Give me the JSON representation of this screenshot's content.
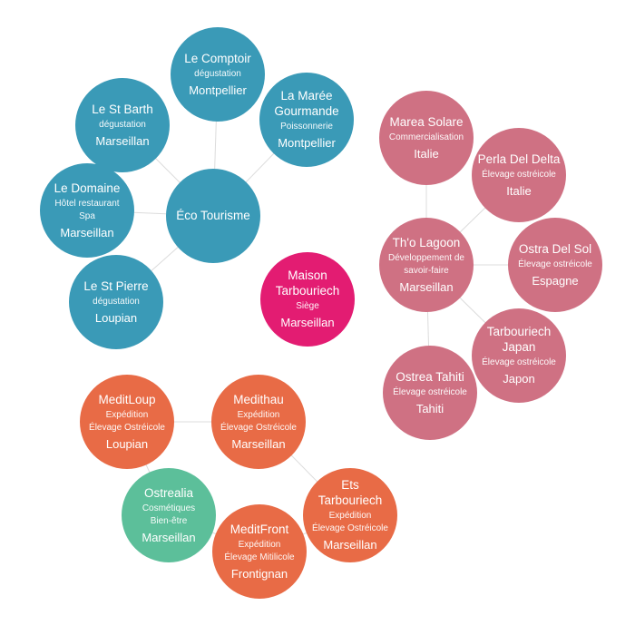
{
  "colors": {
    "teal": "#3a9ab7",
    "rose": "#cf7183",
    "orange": "#e86b46",
    "green": "#5cbf9a",
    "magenta": "#e31c72",
    "link": "#d9d9d9"
  },
  "center": {
    "name": "Maison Tarbouriech",
    "lines": [
      "Siège"
    ],
    "city": "Marseillan"
  },
  "tourism": {
    "hub": {
      "name": "Éco Tourisme"
    },
    "nodes": [
      {
        "name": "Le Comptoir",
        "lines": [
          "dégustation"
        ],
        "city": "Montpellier"
      },
      {
        "name": "La Marée Gourmande",
        "lines": [
          "Poissonnerie"
        ],
        "city": "Montpellier"
      },
      {
        "name": "Le St Barth",
        "lines": [
          "dégustation"
        ],
        "city": "Marseillan"
      },
      {
        "name": "Le Domaine",
        "lines": [
          "Hôtel restaurant",
          "Spa"
        ],
        "city": "Marseillan"
      },
      {
        "name": "Le St Pierre",
        "lines": [
          "dégustation"
        ],
        "city": "Loupian"
      }
    ]
  },
  "international": {
    "nodes": [
      {
        "name": "Marea Solare",
        "lines": [
          "Commercialisation"
        ],
        "city": "Italie"
      },
      {
        "name": "Perla Del Delta",
        "lines": [
          "Élevage ostréicole"
        ],
        "city": "Italie"
      },
      {
        "name": "Th'o Lagoon",
        "lines": [
          "Développement de savoir-faire"
        ],
        "city": "Marseillan"
      },
      {
        "name": "Ostra Del Sol",
        "lines": [
          "Élevage ostréicole"
        ],
        "city": "Espagne"
      },
      {
        "name": "Tarbouriech Japan",
        "lines": [
          "Élevage ostréicole"
        ],
        "city": "Japon"
      },
      {
        "name": "Ostrea Tahiti",
        "lines": [
          "Élevage ostréicole"
        ],
        "city": "Tahiti"
      }
    ]
  },
  "production": {
    "nodes": [
      {
        "name": "MeditLoup",
        "lines": [
          "Expédition",
          "Élevage Ostréicole"
        ],
        "city": "Loupian"
      },
      {
        "name": "Medithau",
        "lines": [
          "Expédition",
          "Élevage Ostréicole"
        ],
        "city": "Marseillan"
      },
      {
        "name": "Ostrealia",
        "lines": [
          "Cosmétiques",
          "Bien-être"
        ],
        "city": "Marseillan"
      },
      {
        "name": "Ets Tarbouriech",
        "lines": [
          "Expédition",
          "Élevage Ostréicole"
        ],
        "city": "Marseillan"
      },
      {
        "name": "MeditFront",
        "lines": [
          "Expédition",
          "Élevage Mitilicole"
        ],
        "city": "Frontignan"
      }
    ]
  }
}
